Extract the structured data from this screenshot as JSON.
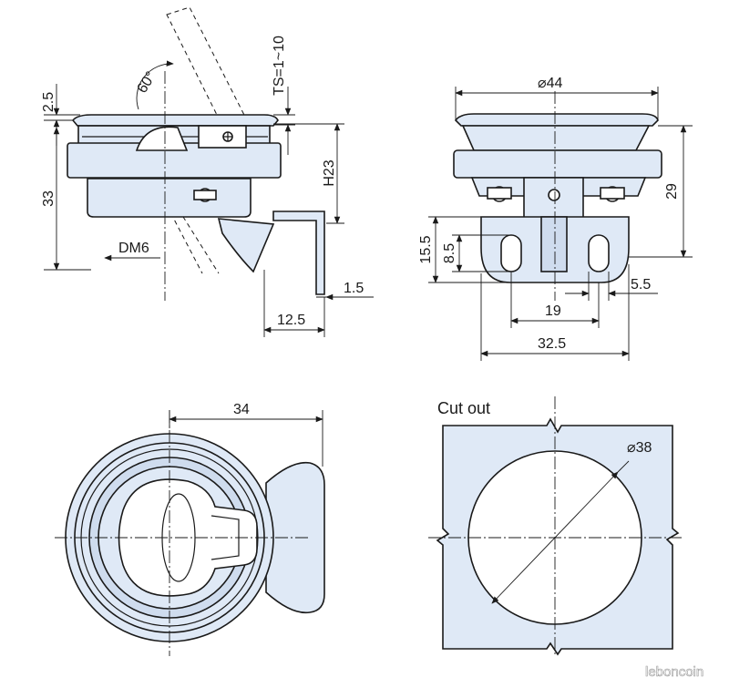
{
  "labels": {
    "top_left_dim_2_5": "2.5",
    "angle_60": "60°",
    "ts_range": "TS=1~10",
    "dim_33": "33",
    "dim_h23": "H23",
    "dim_dm6": "DM6",
    "dim_1_5": "1.5",
    "dim_12_5": "12.5",
    "dim_diameter_44": "⌀44",
    "dim_29": "29",
    "dim_15_5": "15.5",
    "dim_8_5": "8.5",
    "dim_5_5": "5.5",
    "dim_19": "19",
    "dim_32_5": "32.5",
    "dim_34": "34",
    "cutout_title": "Cut out",
    "dim_diameter_38": "⌀38"
  },
  "watermark": "leboncoin",
  "colors": {
    "part_fill": "#dfe9f6",
    "line": "#1a1a1a",
    "background": "#ffffff"
  }
}
